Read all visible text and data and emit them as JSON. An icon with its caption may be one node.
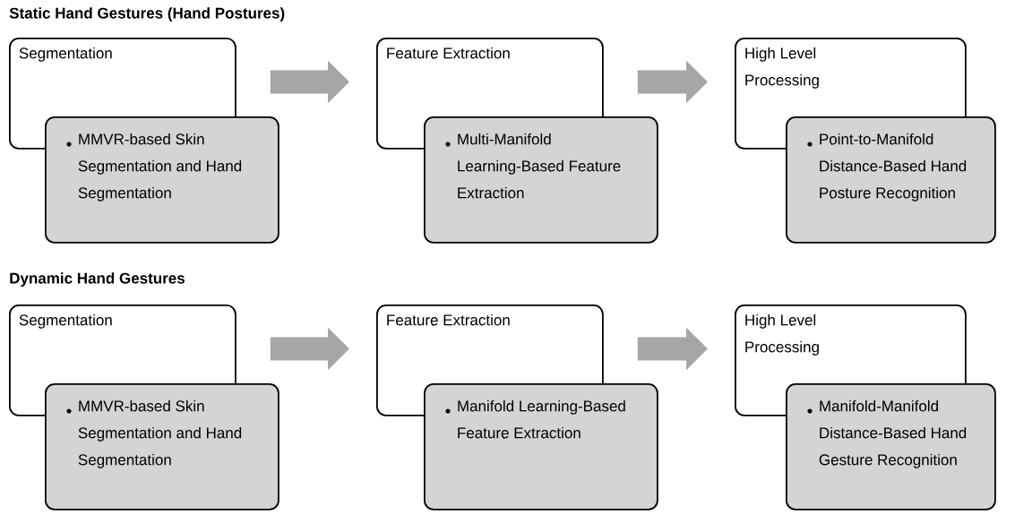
{
  "diagram": {
    "nodes": [
      {
        "text": [
          "Segmentation"
        ]
      },
      {
        "text": [
          "MMVR-based Skin Segmentation and Hand Segmentation"
        ]
      },
      {
        "text": [
          "Feature Extraction"
        ]
      },
      {
        "text": [
          "Multi-Manifold Learning-Based Feature Extraction"
        ]
      },
      {
        "text": [
          "High Level Processing"
        ]
      },
      {
        "text": [
          "Point-to-Manifold Distance-Based Hand Posture Recognition"
        ]
      },
      {
        "text": [
          "Segmentation"
        ]
      },
      {
        "text": [
          "MMVR-based Skin Segmentation and Hand Segmentation"
        ]
      },
      {
        "text": [
          "Feature Extraction"
        ]
      },
      {
        "text": [
          "Manifold Learning-Based Feature Extraction"
        ]
      },
      {
        "text": [
          "High Level Processing"
        ]
      },
      {
        "text": [
          "Manifold-Manifold Distance-Based Hand Gesture Recognition"
        ]
      }
    ],
    "edges": [
      {
        "from": 0,
        "to": 2,
        "arrow": "to"
      },
      {
        "from": 2,
        "to": 4,
        "arrow": "to"
      },
      {
        "from": 6,
        "to": 8,
        "arrow": "to"
      },
      {
        "from": 8,
        "to": 10,
        "arrow": "to"
      }
    ],
    "labels": [
      "Static Hand Gestures (Hand Postures)",
      "Dynamic Hand Gestures"
    ]
  }
}
